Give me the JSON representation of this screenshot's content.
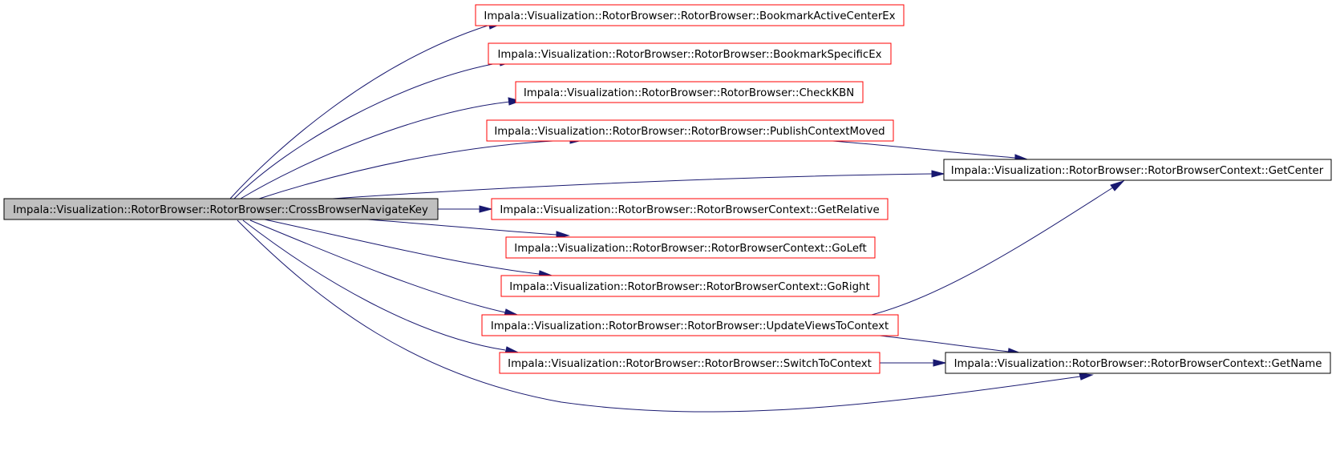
{
  "colors": {
    "root_fill": "#bfbfbf",
    "root_border": "#000000",
    "red_border": "#ff0000",
    "black_border": "#000000",
    "edge": "#191970"
  },
  "root": {
    "label": "Impala::Visualization::RotorBrowser::RotorBrowser::CrossBrowserNavigateKey"
  },
  "nodes": [
    {
      "label": "Impala::Visualization::RotorBrowser::RotorBrowser::BookmarkActiveCenterEx"
    },
    {
      "label": "Impala::Visualization::RotorBrowser::RotorBrowser::BookmarkSpecificEx"
    },
    {
      "label": "Impala::Visualization::RotorBrowser::RotorBrowser::CheckKBN"
    },
    {
      "label": "Impala::Visualization::RotorBrowser::RotorBrowser::PublishContextMoved"
    },
    {
      "label": "Impala::Visualization::RotorBrowser::RotorBrowserContext::GetCenter"
    },
    {
      "label": "Impala::Visualization::RotorBrowser::RotorBrowserContext::GetRelative"
    },
    {
      "label": "Impala::Visualization::RotorBrowser::RotorBrowserContext::GoLeft"
    },
    {
      "label": "Impala::Visualization::RotorBrowser::RotorBrowserContext::GoRight"
    },
    {
      "label": "Impala::Visualization::RotorBrowser::RotorBrowser::UpdateViewsToContext"
    },
    {
      "label": "Impala::Visualization::RotorBrowser::RotorBrowser::SwitchToContext"
    },
    {
      "label": "Impala::Visualization::RotorBrowser::RotorBrowserContext::GetName"
    }
  ]
}
